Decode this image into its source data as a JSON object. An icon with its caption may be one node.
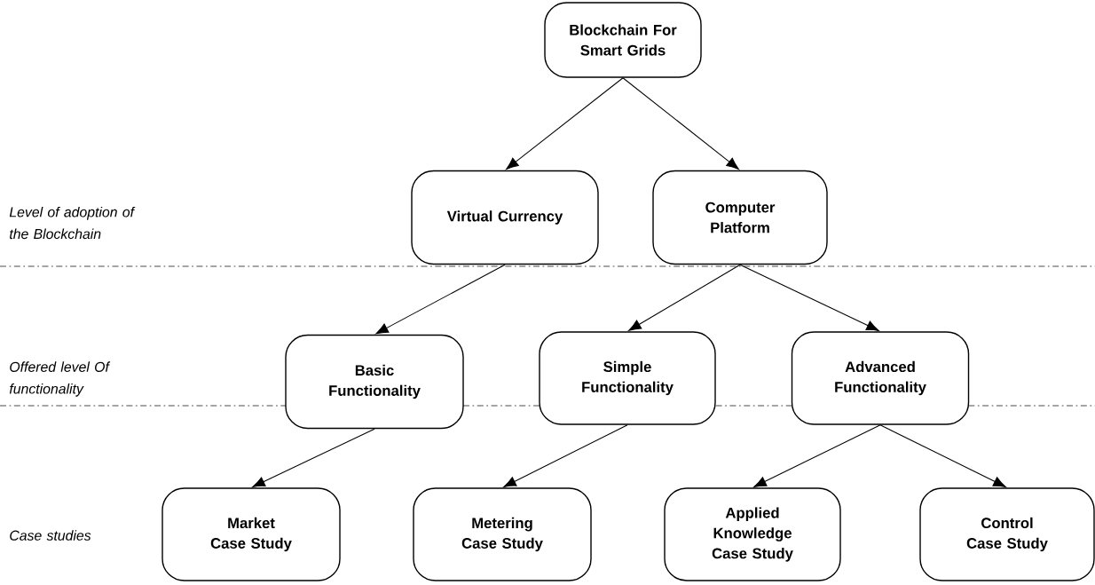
{
  "diagram": {
    "nodes": [
      {
        "text": [
          "Blockchain For Smart Grids"
        ]
      },
      {
        "text": [
          "Virtual Currency"
        ]
      },
      {
        "text": [
          "Computer Platform"
        ]
      },
      {
        "text": [
          "Basic Functionality"
        ]
      },
      {
        "text": [
          "Simple Functionality"
        ]
      },
      {
        "text": [
          "Advanced Functionality"
        ]
      },
      {
        "text": [
          "Market Case Study"
        ]
      },
      {
        "text": [
          "Metering Case Study"
        ]
      },
      {
        "text": [
          "Applied Knowledge Case Study"
        ]
      },
      {
        "text": [
          "Control Case Study"
        ]
      }
    ],
    "edges": [
      {
        "from": 0,
        "to": 1,
        "arrow": "to"
      },
      {
        "from": 0,
        "to": 2,
        "arrow": "to"
      },
      {
        "from": 1,
        "to": 3,
        "arrow": "to"
      },
      {
        "from": 2,
        "to": 4,
        "arrow": "to"
      },
      {
        "from": 2,
        "to": 5,
        "arrow": "to"
      },
      {
        "from": 3,
        "to": 6,
        "arrow": "to"
      },
      {
        "from": 4,
        "to": 7,
        "arrow": "to"
      },
      {
        "from": 5,
        "to": 8,
        "arrow": "to"
      },
      {
        "from": 5,
        "to": 9,
        "arrow": "to"
      }
    ],
    "labels": [
      "Level of adoption of the Blockchain",
      "Offered level Of functionality",
      "Case studies"
    ]
  }
}
